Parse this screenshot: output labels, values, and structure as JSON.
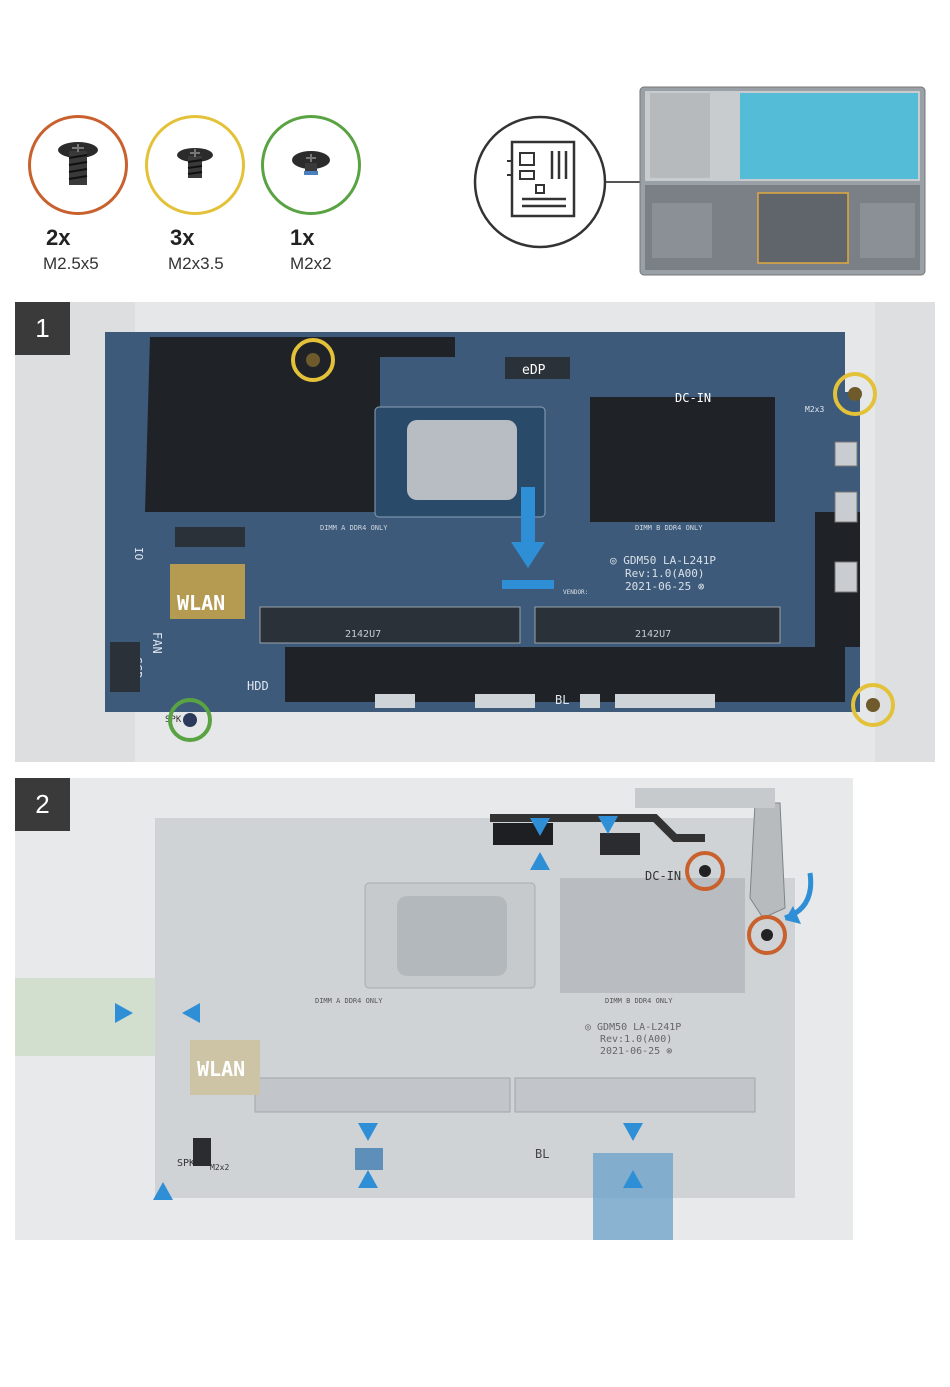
{
  "screws": [
    {
      "qty": "2x",
      "size": "M2.5x5",
      "color": "#c8612e"
    },
    {
      "qty": "3x",
      "size": "M2x3.5",
      "color": "#e3c23a"
    },
    {
      "qty": "1x",
      "size": "M2x2",
      "color": "#5aa343"
    }
  ],
  "steps": [
    {
      "number": "1"
    },
    {
      "number": "2"
    }
  ],
  "board_labels": {
    "edp": "eDP",
    "dc_in": "DC-IN",
    "wlan": "WLAN",
    "fan": "FAN",
    "ssd": "SSD",
    "hdd": "HDD",
    "bl": "BL",
    "io": "IO",
    "spk": "SPK",
    "m2x3": "M2x3",
    "m2x2": "M2x2",
    "dimm_a": "DIMM A DDR4 ONLY",
    "dimm_b": "DIMM B DDR4 ONLY",
    "dimm_chip": "2142U7",
    "silk_line1": "◎ GDM50  LA-L241P",
    "silk_line2": "Rev:1.0(A00)",
    "silk_line3": "2021-06-25 ⊗",
    "vendor": "VENDOR:"
  },
  "colors": {
    "board": "#3d5a7a",
    "board_dark": "#1f2226",
    "arrow": "#2f8fd6",
    "panel_bg": "#e9eaeb",
    "step_box": "#3a3a3a"
  }
}
